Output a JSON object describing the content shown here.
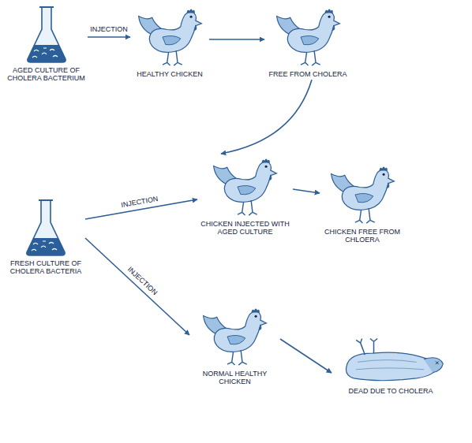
{
  "diagram": {
    "nodes": [
      {
        "text": [
          "AGED CULTURE OF CHOLERA BACTERIUM"
        ]
      },
      {
        "text": [
          "HEALTHY CHICKEN"
        ]
      },
      {
        "text": [
          "FREE FROM CHOLERA"
        ]
      },
      {
        "text": [
          "CHICKEN INJECTED WITH AGED CULTURE"
        ]
      },
      {
        "text": [
          "CHICKEN FREE FROM CHLOERA"
        ]
      },
      {
        "text": [
          "FRESH CULTURE OF CHOLERA BACTERIA"
        ]
      },
      {
        "text": [
          "NORMAL HEALTHY CHICKEN"
        ]
      },
      {
        "text": [
          "DEAD DUE TO CHOLERA"
        ]
      }
    ],
    "edges": [
      {
        "from": 0,
        "to": 1,
        "arrow": "to",
        "label": "INJECTION"
      },
      {
        "from": 1,
        "to": 2,
        "arrow": "to"
      },
      {
        "from": 2,
        "to": 3,
        "arrow": "to"
      },
      {
        "from": 5,
        "to": 3,
        "arrow": "to",
        "label": "INJECTION"
      },
      {
        "from": 3,
        "to": 4,
        "arrow": "to"
      },
      {
        "from": 5,
        "to": 6,
        "arrow": "to",
        "label": "INJECTION"
      },
      {
        "from": 6,
        "to": 7,
        "arrow": "to"
      }
    ]
  }
}
